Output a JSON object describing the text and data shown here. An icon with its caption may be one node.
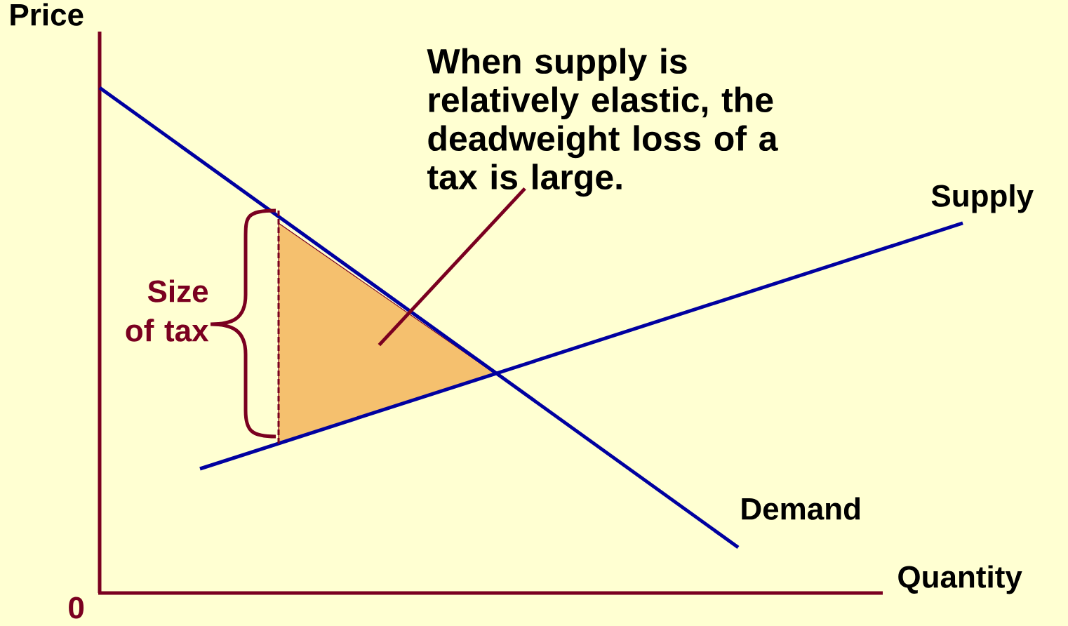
{
  "diagram": {
    "nodes": [
      {
        "text": [
          "When supply is relatively elastic, the deadweight loss of a tax is large."
        ]
      },
      {
        "text": [],
        "shape": "triangle"
      }
    ],
    "edges": [
      {
        "from": 0,
        "to": 1,
        "arrow": "none"
      }
    ],
    "labels": [
      "Price",
      "Supply",
      "Size of tax",
      "Demand",
      "Quantity",
      "0"
    ]
  }
}
